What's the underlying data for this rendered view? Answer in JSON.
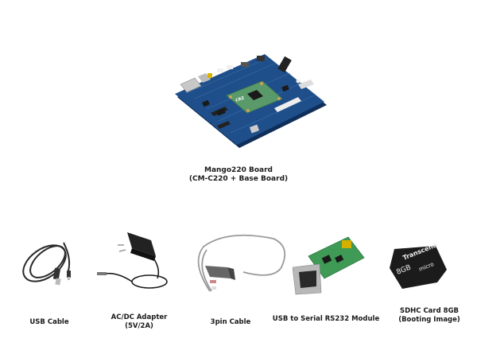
{
  "main_product": {
    "name": "Mango220  Board",
    "subtitle": "(CM-C220  + Base Board)",
    "module_logo": "CRZ"
  },
  "accessories": [
    {
      "id": "usb-cable",
      "label_line1": "USB Cable",
      "label_line2": ""
    },
    {
      "id": "ac-dc-adapter",
      "label_line1": "AC/DC Adapter",
      "label_line2": "(5V/2A)"
    },
    {
      "id": "3pin-cable",
      "label_line1": "3pin Cable",
      "label_line2": ""
    },
    {
      "id": "usb-serial-module",
      "label_line1": "USB to Serial RS232 Module",
      "label_line2": ""
    },
    {
      "id": "sdhc-card",
      "label_line1": "SDHC Card  8GB",
      "label_line2": "(Booting Image)"
    }
  ],
  "sd_card": {
    "brand": "Transcend",
    "capacity": "8GB",
    "type": "micro"
  },
  "colors": {
    "pcb_blue": "#1f4f8a",
    "module_green": "#5a9a6a",
    "cable_black": "#2a2a2a",
    "serial_cable_grey": "#9a9a9a"
  }
}
